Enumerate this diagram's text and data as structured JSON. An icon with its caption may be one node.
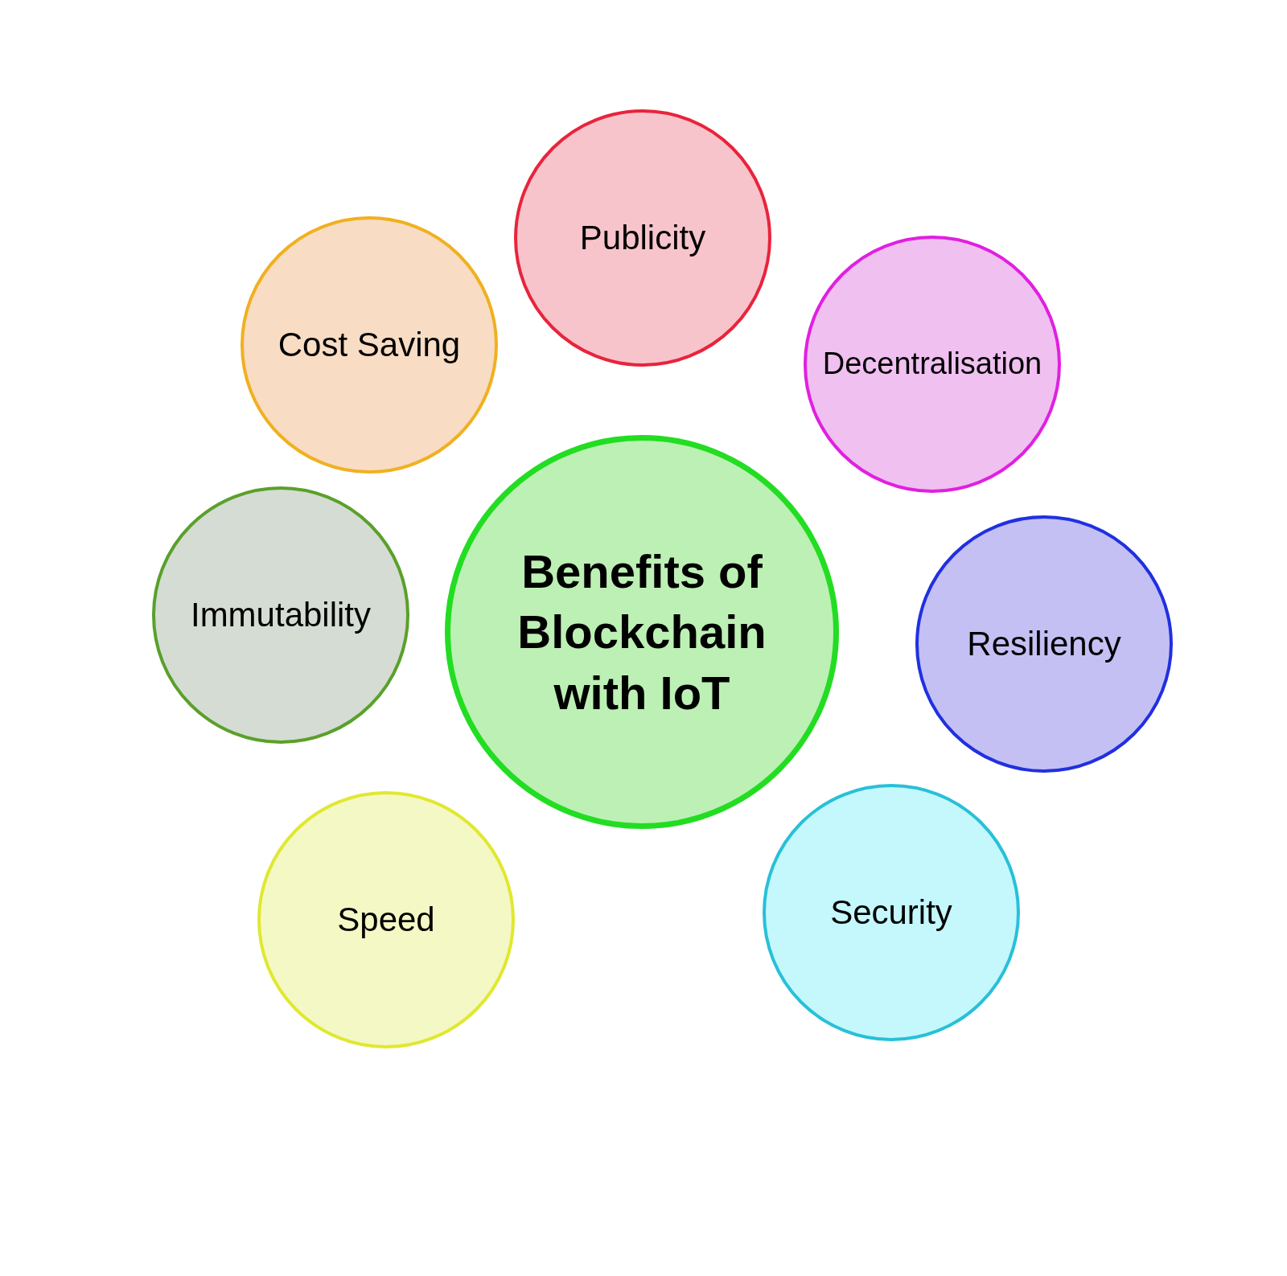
{
  "diagram": {
    "nodes": [
      {
        "text": [
          "Benefits of Blockchain with IoT"
        ]
      },
      {
        "text": [
          "Publicity"
        ]
      },
      {
        "text": [
          "Cost Saving"
        ]
      },
      {
        "text": [
          "Decentralisation"
        ]
      },
      {
        "text": [
          "Immutability"
        ]
      },
      {
        "text": [
          "Resiliency"
        ]
      },
      {
        "text": [
          "Speed"
        ]
      },
      {
        "text": [
          "Security"
        ]
      }
    ]
  }
}
